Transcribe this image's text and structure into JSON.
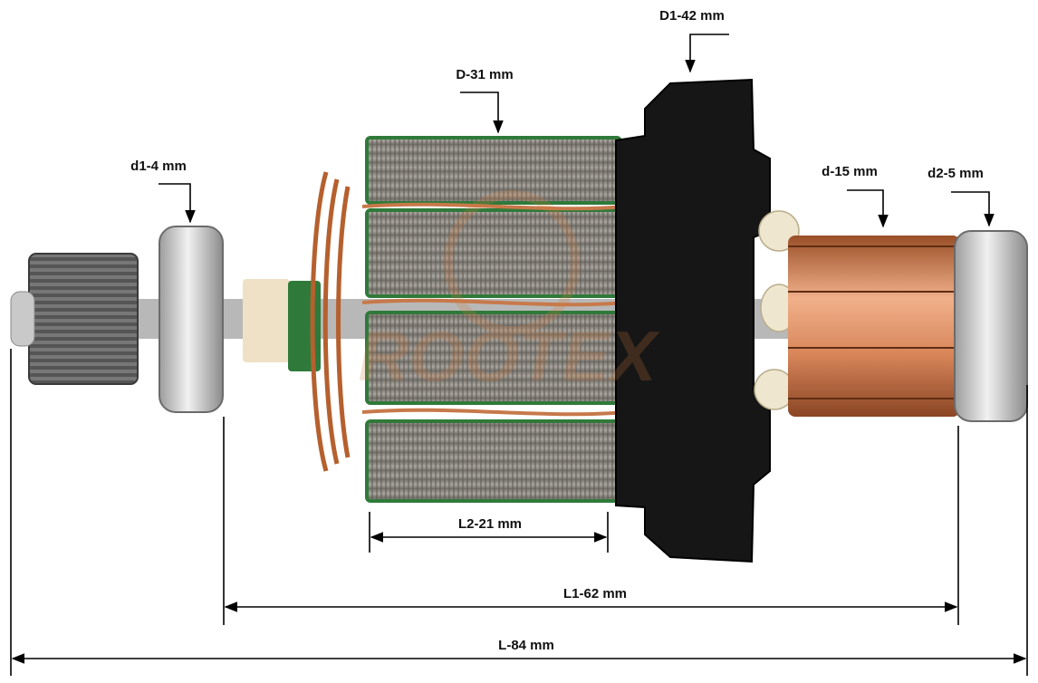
{
  "dimensions": {
    "D1": "D1-42 mm",
    "D": "D-31 mm",
    "d1": "d1-4 mm",
    "d": "d-15 mm",
    "d2": "d2-5 mm",
    "L2": "L2-21 mm",
    "L1": "L1-62 mm",
    "L": "L-84 mm"
  },
  "watermark": "ROOTEX",
  "colors": {
    "copper": "#c7794a",
    "steel": "#8d8a85",
    "plastic": "#161616",
    "insulation": "#2f7a3a",
    "bearing": "#c9c9c9"
  }
}
